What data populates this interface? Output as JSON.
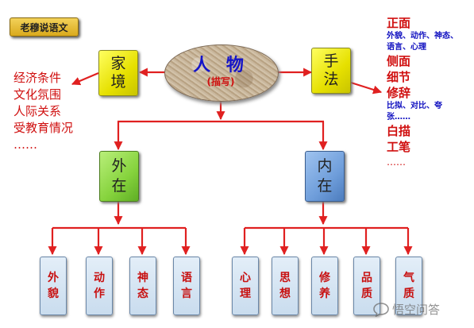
{
  "badge": {
    "label": "老穆说语文"
  },
  "center": {
    "title": "人 物",
    "subtitle": "(描写)"
  },
  "left_node": {
    "line1": "家",
    "line2": "境"
  },
  "right_node": {
    "line1": "手",
    "line2": "法"
  },
  "left_list": [
    "经济条件",
    "文化氛围",
    "人际关系",
    "受教育情况",
    "……"
  ],
  "right_list": {
    "zheng_mian": "正面",
    "zheng_mian_detail_1": "外貌、动作、神态、",
    "zheng_mian_detail_2": "语言、心理",
    "ce_mian": "侧面",
    "xi_jie": "细节",
    "xiu_ci": "修辞",
    "xiu_ci_detail_1": "比拟、对比、夸",
    "xiu_ci_detail_2": "张……",
    "bai_miao": "白描",
    "gong_bi": "工笔",
    "ellipsis": "……"
  },
  "outer": {
    "box": {
      "line1": "外",
      "line2": "在"
    },
    "leaves": [
      {
        "line1": "外",
        "line2": "貌"
      },
      {
        "line1": "动",
        "line2": "作"
      },
      {
        "line1": "神",
        "line2": "态"
      },
      {
        "line1": "语",
        "line2": "言"
      }
    ]
  },
  "inner": {
    "box": {
      "line1": "内",
      "line2": "在"
    },
    "leaves": [
      {
        "line1": "心",
        "line2": "理"
      },
      {
        "line1": "思",
        "line2": "想"
      },
      {
        "line1": "修",
        "line2": "养"
      },
      {
        "line1": "品",
        "line2": "质"
      },
      {
        "line1": "气",
        "line2": "质"
      }
    ]
  },
  "watermark": {
    "text": "悟空问答",
    "icon": "chat-bubble-icon"
  },
  "colors": {
    "connector": "#e02020",
    "text_red": "#d01010",
    "text_blue": "#1010c0"
  }
}
